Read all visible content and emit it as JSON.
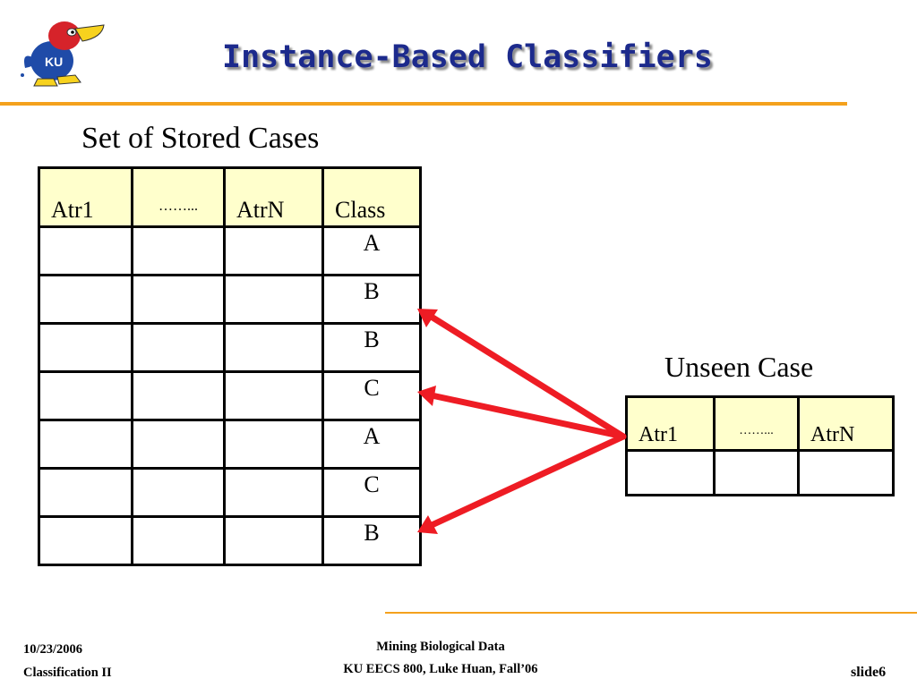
{
  "slide": {
    "title": "Instance-Based Classifiers",
    "logo": {
      "icon": "ku-jayhawk-logo",
      "text": "KU",
      "colors": {
        "head": "#d6232a",
        "body": "#1f4ba8",
        "beak": "#f7d21e"
      }
    },
    "accent_color": "#f4a11d",
    "title_color": "#1c2a8c"
  },
  "stored_cases": {
    "caption": "Set of Stored Cases",
    "headers": [
      "Atr1",
      "……...",
      "AtrN",
      "Class"
    ],
    "classes": [
      "A",
      "B",
      "B",
      "C",
      "A",
      "C",
      "B"
    ]
  },
  "unseen_case": {
    "caption": "Unseen Case",
    "headers": [
      "Atr1",
      "……...",
      "AtrN"
    ]
  },
  "arrows": {
    "color": "#ee1c24",
    "targets": [
      "row 2",
      "row 4",
      "row 7"
    ]
  },
  "footer": {
    "date": "10/23/2006",
    "topic": "Classification II",
    "course_line1": "Mining Biological Data",
    "course_line2": "KU EECS 800, Luke Huan, Fall’06",
    "slide_number": "slide6"
  }
}
